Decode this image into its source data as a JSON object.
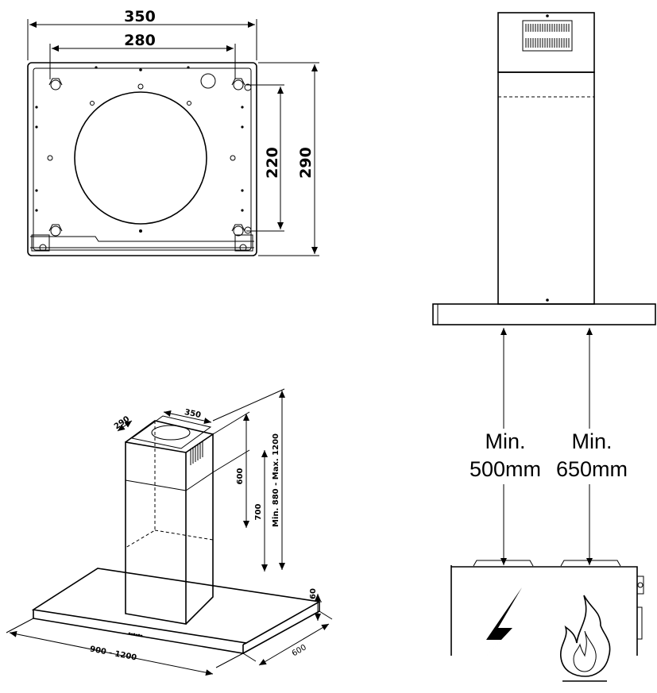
{
  "top_view": {
    "width_outer": "350",
    "width_inner": "280",
    "height_inner": "220",
    "height_outer": "290"
  },
  "iso_view": {
    "depth_top": "290",
    "width_top": "350",
    "chimney_lower": "600",
    "chimney_upper": "700",
    "total_range": "Min. 880 - Max. 1200",
    "canopy_height": "60",
    "canopy_width": "900 - 1200",
    "canopy_depth": "600"
  },
  "clearance": {
    "electric_line1": "Min.",
    "electric_line2": "500mm",
    "gas_line1": "Min.",
    "gas_line2": "650mm"
  },
  "icons": [
    "lightning-icon",
    "flame-icon"
  ],
  "colors": {
    "line": "#000000",
    "background": "#ffffff"
  }
}
